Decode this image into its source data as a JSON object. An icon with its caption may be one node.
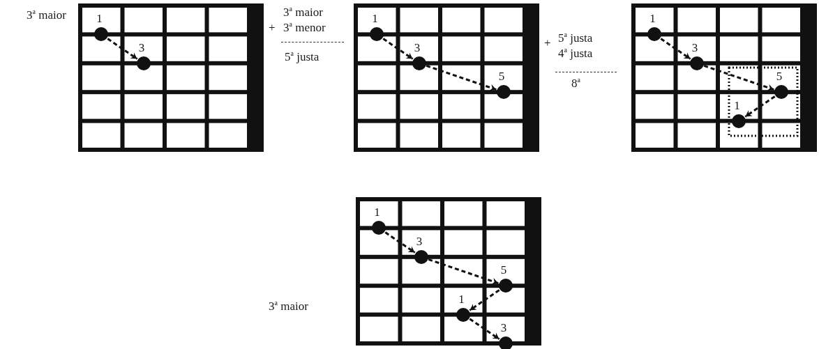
{
  "diagram": {
    "nodes": [
      {
        "text": [
          "1"
        ]
      },
      {
        "text": [
          "3"
        ]
      },
      {
        "text": [
          "1"
        ]
      },
      {
        "text": [
          "3"
        ]
      },
      {
        "text": [
          "5"
        ]
      },
      {
        "text": [
          "1"
        ]
      },
      {
        "text": [
          "3"
        ]
      },
      {
        "text": [
          "5"
        ]
      },
      {
        "text": [
          "1"
        ]
      },
      {
        "text": [
          "1"
        ]
      },
      {
        "text": [
          "3"
        ]
      },
      {
        "text": [
          "5"
        ]
      },
      {
        "text": [
          "1"
        ]
      },
      {
        "text": [
          "3"
        ]
      }
    ],
    "edges": [
      {
        "from": 0,
        "to": 1,
        "arrow": "to",
        "style": "dashed"
      },
      {
        "from": 2,
        "to": 3,
        "arrow": "to",
        "style": "dashed"
      },
      {
        "from": 3,
        "to": 4,
        "arrow": "to",
        "style": "dashed"
      },
      {
        "from": 5,
        "to": 6,
        "arrow": "to",
        "style": "dashed"
      },
      {
        "from": 6,
        "to": 7,
        "arrow": "to",
        "style": "dashed"
      },
      {
        "from": 7,
        "to": 8,
        "arrow": "to",
        "style": "dashed"
      },
      {
        "from": 9,
        "to": 10,
        "arrow": "to",
        "style": "dashed"
      },
      {
        "from": 10,
        "to": 11,
        "arrow": "to",
        "style": "dashed"
      },
      {
        "from": 11,
        "to": 12,
        "arrow": "to",
        "style": "dashed"
      },
      {
        "from": 12,
        "to": 13,
        "arrow": "to",
        "style": "dashed"
      }
    ],
    "labels": [
      "3$^{a}$ maior",
      "+",
      "3$^{a}$ maior",
      "3$^{a}$ menor",
      "5$^{a}$ justa",
      "+",
      "5$^{a}$ justa",
      "4$^{a}$ justa",
      "8$^{a}$",
      "3$^{a}$ maior"
    ]
  }
}
